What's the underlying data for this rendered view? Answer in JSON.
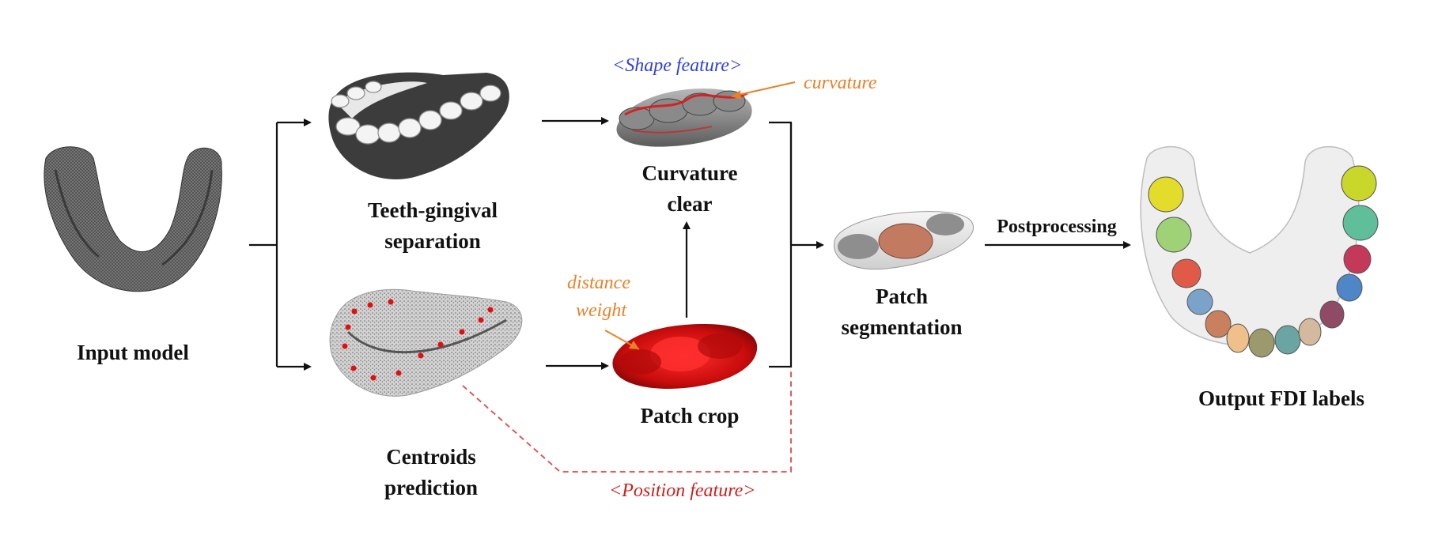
{
  "colors": {
    "shape_feature": "#2f3fe0",
    "curvature": "#e8822a",
    "distance_weight": "#e8822a",
    "position_feature": "#cc1f1f",
    "arrow": "#111111",
    "highlight_red": "#e01010",
    "patch_brown": "#c27a60",
    "fdi_palette": [
      "#e3dc2a",
      "#9fd277",
      "#e05a47",
      "#7ba2c8",
      "#c8805f",
      "#f0c08a",
      "#9c9a6d",
      "#6aa5a3",
      "#d3b99d",
      "#8f4a66",
      "#4f86c8",
      "#c4395a",
      "#5fbf9b",
      "#c9d62a"
    ]
  },
  "nodes": {
    "input_model": "Input model",
    "teeth_sep_l1": "Teeth-gingival",
    "teeth_sep_l2": "separation",
    "centroids_l1": "Centroids",
    "centroids_l2": "prediction",
    "curv_clear_l1": "Curvature",
    "curv_clear_l2": "clear",
    "patch_crop": "Patch crop",
    "patch_seg_l1": "Patch",
    "patch_seg_l2": "segmentation",
    "output": "Output FDI labels"
  },
  "annotations": {
    "shape_feature": "<Shape feature>",
    "curvature": "curvature",
    "distance_l1": "distance",
    "distance_l2": "weight",
    "position_feature": "<Position feature>",
    "postprocessing": "Postprocessing"
  }
}
